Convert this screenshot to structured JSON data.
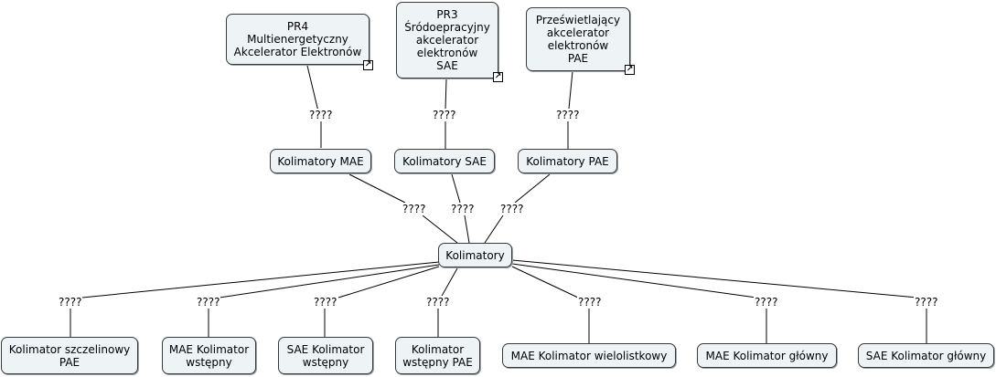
{
  "nodes": {
    "pr4": "PR4\nMultienergetyczny\nAkcelerator Elektronów",
    "pr3": "PR3\nŚródoepracyjny\nakcelerator\nelektronów\nSAE",
    "pae_acc": "Prześwietlający\nakcelerator\nelektronów\nPAE",
    "kol_mae": "Kolimatory MAE",
    "kol_sae": "Kolimatory SAE",
    "kol_pae": "Kolimatory PAE",
    "kolimatory": "Kolimatory",
    "k1": "Kolimator szczelinowy\nPAE",
    "k2": "MAE Kolimator\nwstępny",
    "k3": "SAE Kolimator\nwstępny",
    "k4": "Kolimator\nwstępny PAE",
    "k5": "MAE Kolimator wielolistkowy",
    "k6": "MAE Kolimator główny",
    "k7": "SAE Kolimator główny"
  },
  "link_labels": {
    "l_pr4": "????",
    "l_pr3": "????",
    "l_pae": "????",
    "l_mae_k": "????",
    "l_sae_k": "????",
    "l_pae_k": "????",
    "l_k1": "????",
    "l_k2": "????",
    "l_k3": "????",
    "l_k4": "????",
    "l_k5": "????",
    "l_k6": "????",
    "l_k7": "????"
  },
  "icons": {
    "external_link": "external-link-icon"
  },
  "colors": {
    "node_fill": "#eef4f6",
    "node_border": "#3a3a3a"
  }
}
